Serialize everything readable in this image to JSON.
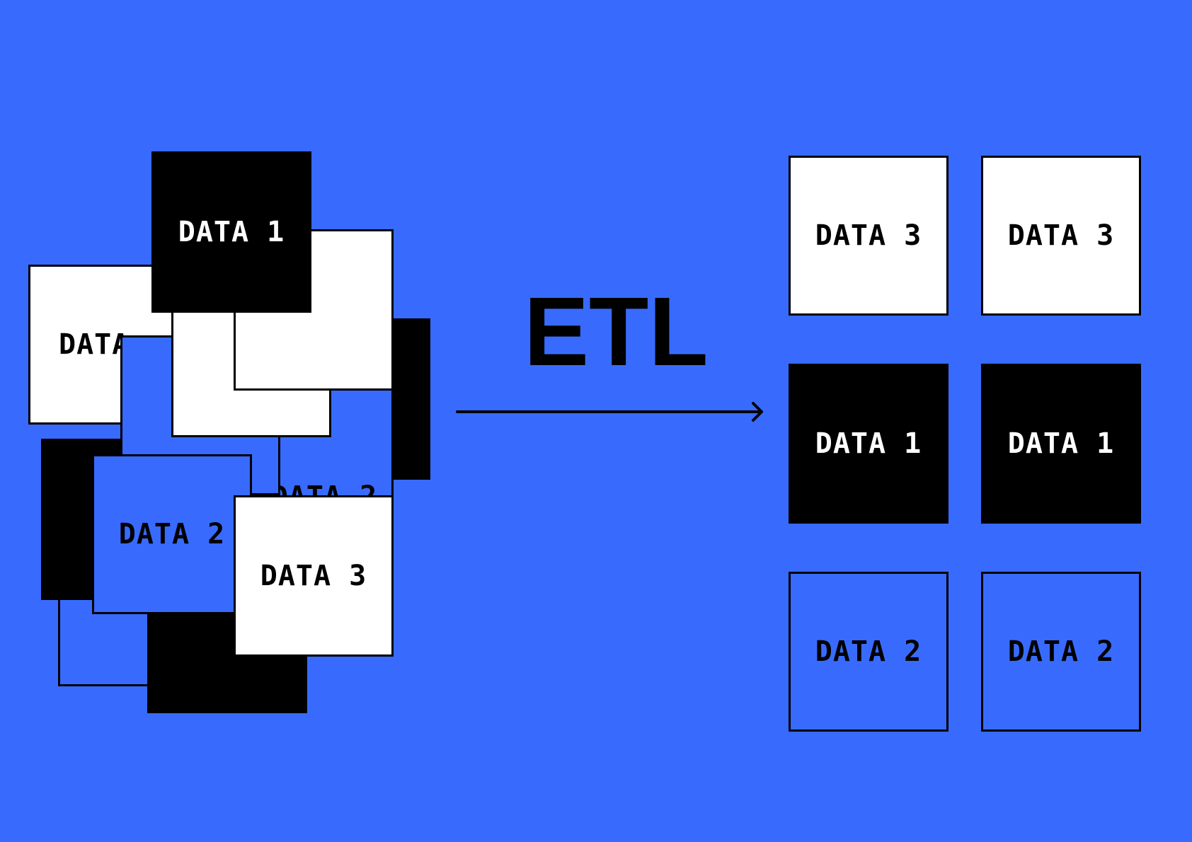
{
  "etl_label": "ETL",
  "labels": {
    "data1": "DATA 1",
    "data2": "DATA 2",
    "data3": "DATA 3",
    "data_partial": "DATA",
    "data2_partial": "DATA 2"
  },
  "output_grid": [
    [
      "DATA 3",
      "DATA 3"
    ],
    [
      "DATA 1",
      "DATA 1"
    ],
    [
      "DATA 2",
      "DATA 2"
    ]
  ],
  "colors": {
    "background": "#386BFD",
    "white": "#ffffff",
    "black": "#000000"
  }
}
